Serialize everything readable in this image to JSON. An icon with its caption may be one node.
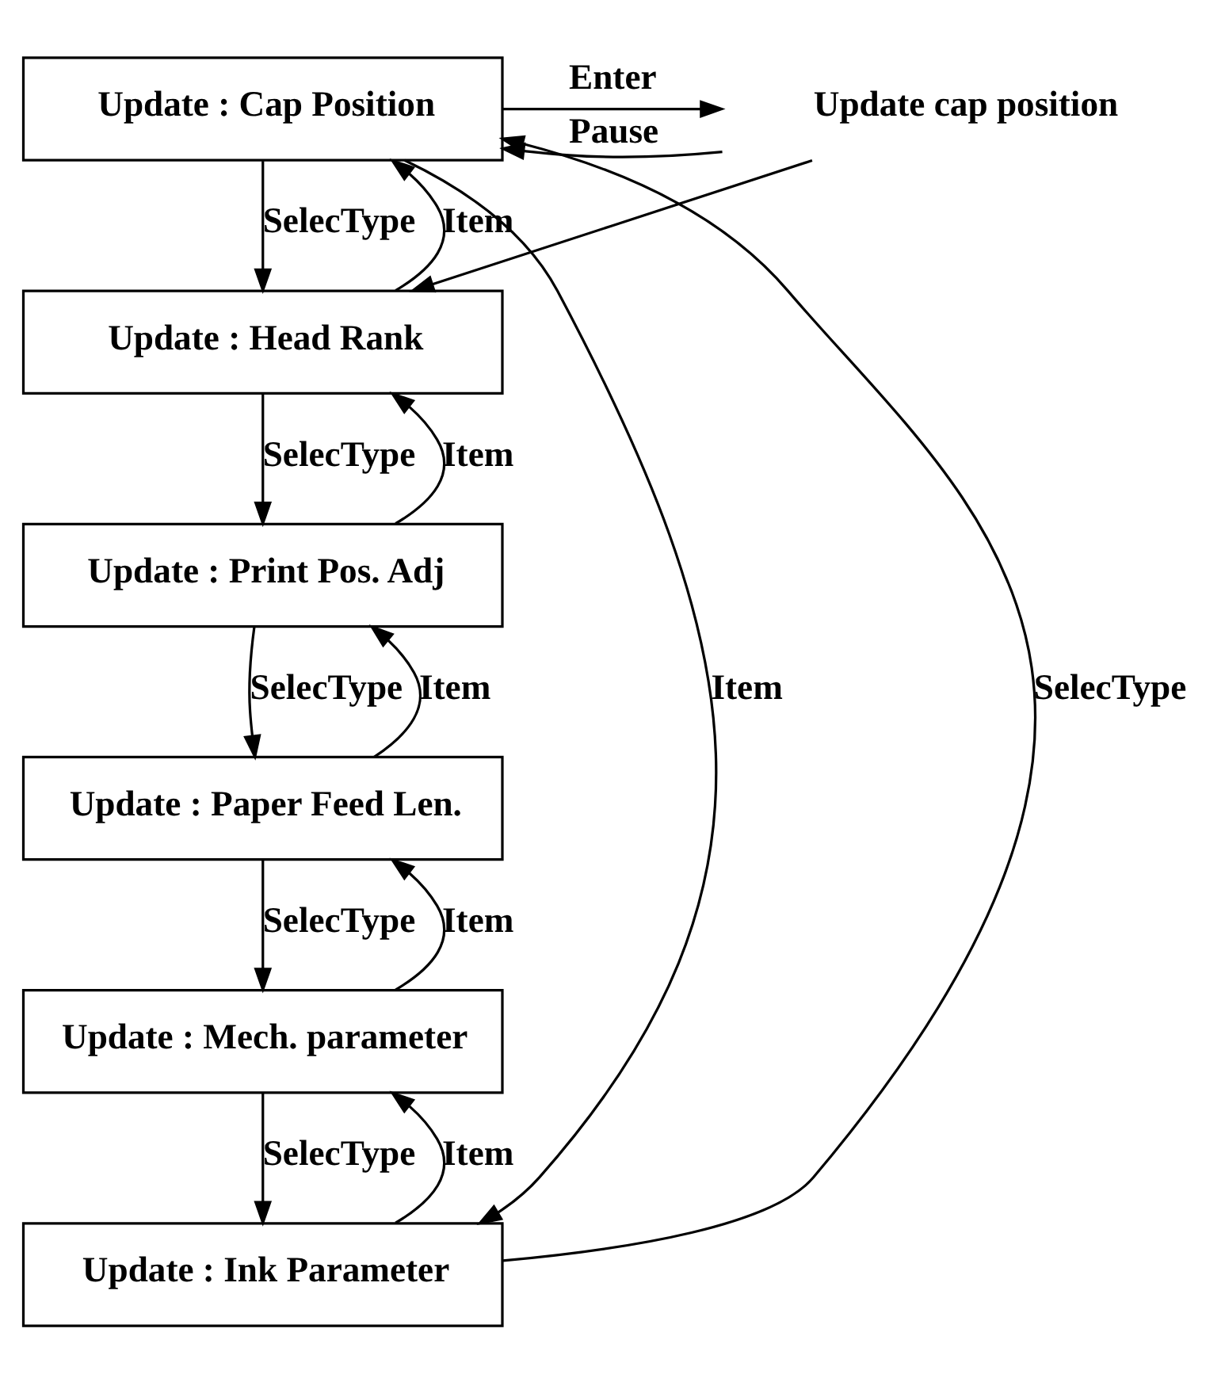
{
  "diagram": {
    "nodes": [
      {
        "text": [
          "Update : Cap Position"
        ]
      },
      {
        "text": [
          "Update : Head Rank"
        ]
      },
      {
        "text": [
          "Update : Print Pos. Adj"
        ]
      },
      {
        "text": [
          "Update : Paper Feed Len."
        ]
      },
      {
        "text": [
          "Update : Mech. parameter"
        ]
      },
      {
        "text": [
          "Update : Ink Parameter"
        ]
      },
      {
        "text": [
          "Update cap position"
        ]
      }
    ],
    "edges": [
      {
        "from": 0,
        "to": 1,
        "arrow": "to",
        "label": "SelecType"
      },
      {
        "from": 1,
        "to": 0,
        "arrow": "to",
        "label": "Item"
      },
      {
        "from": 1,
        "to": 2,
        "arrow": "to",
        "label": "SelecType"
      },
      {
        "from": 2,
        "to": 1,
        "arrow": "to",
        "label": "Item"
      },
      {
        "from": 2,
        "to": 3,
        "arrow": "to",
        "label": "SelecType"
      },
      {
        "from": 3,
        "to": 2,
        "arrow": "to",
        "label": "Item"
      },
      {
        "from": 3,
        "to": 4,
        "arrow": "to",
        "label": "SelecType"
      },
      {
        "from": 4,
        "to": 3,
        "arrow": "to",
        "label": "Item"
      },
      {
        "from": 4,
        "to": 5,
        "arrow": "to",
        "label": "SelecType"
      },
      {
        "from": 5,
        "to": 4,
        "arrow": "to",
        "label": "Item"
      },
      {
        "from": 5,
        "to": 0,
        "arrow": "to",
        "label": "SelecType"
      },
      {
        "from": 0,
        "to": 5,
        "arrow": "to",
        "label": "Item"
      },
      {
        "from": 0,
        "to": 6,
        "arrow": "to",
        "label": "Enter"
      },
      {
        "from": 6,
        "to": 0,
        "arrow": "to",
        "label": "Pause"
      },
      {
        "from": 6,
        "to": 1,
        "arrow": "to"
      }
    ]
  }
}
